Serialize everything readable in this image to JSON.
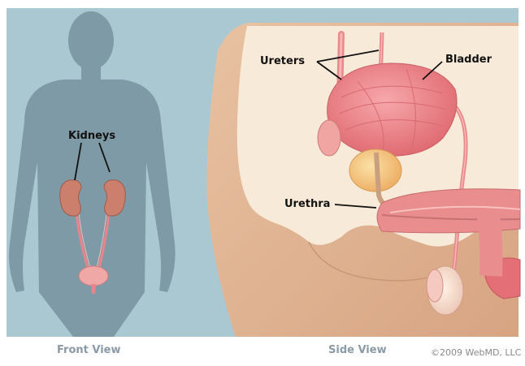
{
  "labels": {
    "kidneys": "Kidneys",
    "ureters": "Ureters",
    "bladder": "Bladder",
    "urethra": "Urethra"
  },
  "captions": {
    "front_view": "Front View",
    "side_view": "Side View",
    "copyright": "©2009 WebMD, LLC"
  },
  "colors": {
    "background": "#a9c8d2",
    "silhouette": "#7e9aa6",
    "skin": "#dcaf8e",
    "organ": "#e8848a",
    "prostate": "#f2c07c"
  }
}
